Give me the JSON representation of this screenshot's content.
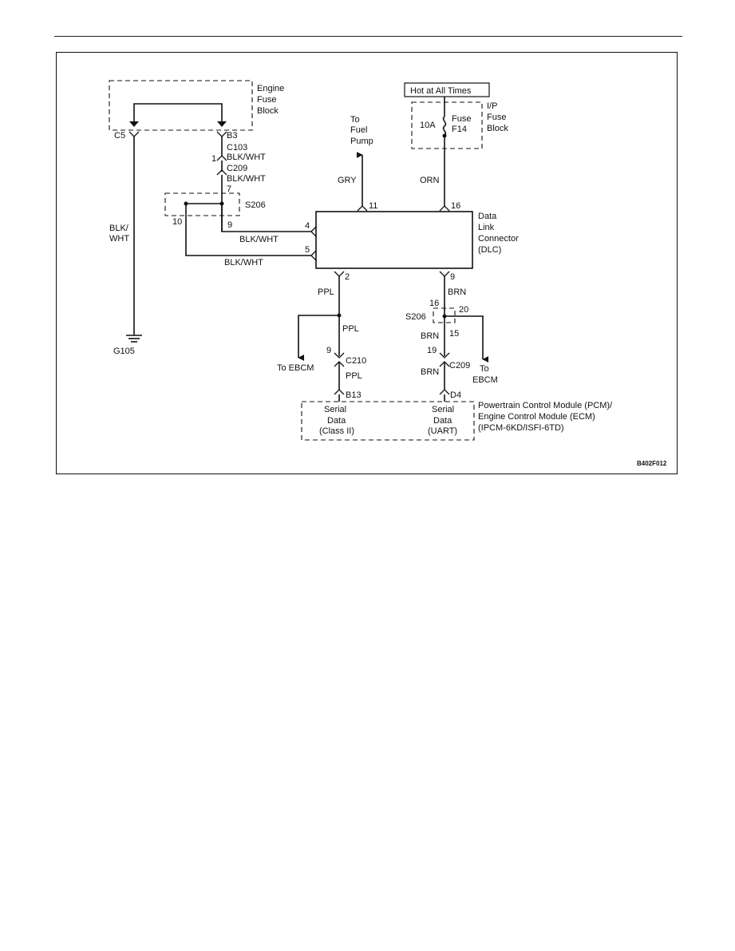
{
  "fuse_block": {
    "engine_fuse_block": [
      "Engine",
      "Fuse",
      "Block"
    ],
    "pin_c5": "C5",
    "pin_b3": "B3",
    "conn_c103": "C103"
  },
  "hot_at_all_times": "Hot at All Times",
  "ip_fuse_block": {
    "label": [
      "I/P",
      "Fuse",
      "Block"
    ],
    "amperage": "10A",
    "fuse_word": "Fuse",
    "fuse_id": "F14"
  },
  "fuel_pump": [
    "To",
    "Fuel",
    "Pump"
  ],
  "wires": {
    "blk_wht": "BLK/WHT",
    "blk_wht_split": [
      "BLK/",
      "WHT"
    ],
    "gry": "GRY",
    "orn": "ORN",
    "ppl": "PPL",
    "brn": "BRN"
  },
  "splices": {
    "s206": "S206",
    "c209": "C209",
    "c210": "C210"
  },
  "pins": {
    "p1": "1",
    "p2": "2",
    "p4": "4",
    "p5": "5",
    "p7": "7",
    "p9": "9",
    "p10": "10",
    "p11": "11",
    "p15": "15",
    "p16": "16",
    "p19": "19",
    "p20": "20",
    "b13": "B13",
    "d4": "D4"
  },
  "dlc": [
    "Data",
    "Link",
    "Connector",
    "(DLC)"
  ],
  "ground": "G105",
  "to_ebcm": "To EBCM",
  "to_ebcm_split": [
    "To",
    "EBCM"
  ],
  "pcm": {
    "label": [
      "Powertrain Control Module (PCM)/",
      "Engine Control Module (ECM)",
      "(IPCM-6KD/ISFI-6TD)"
    ],
    "serial_class2": [
      "Serial",
      "Data",
      "(Class II)"
    ],
    "serial_uart": [
      "Serial",
      "Data",
      "(UART)"
    ]
  },
  "figure_id": "B402F012"
}
